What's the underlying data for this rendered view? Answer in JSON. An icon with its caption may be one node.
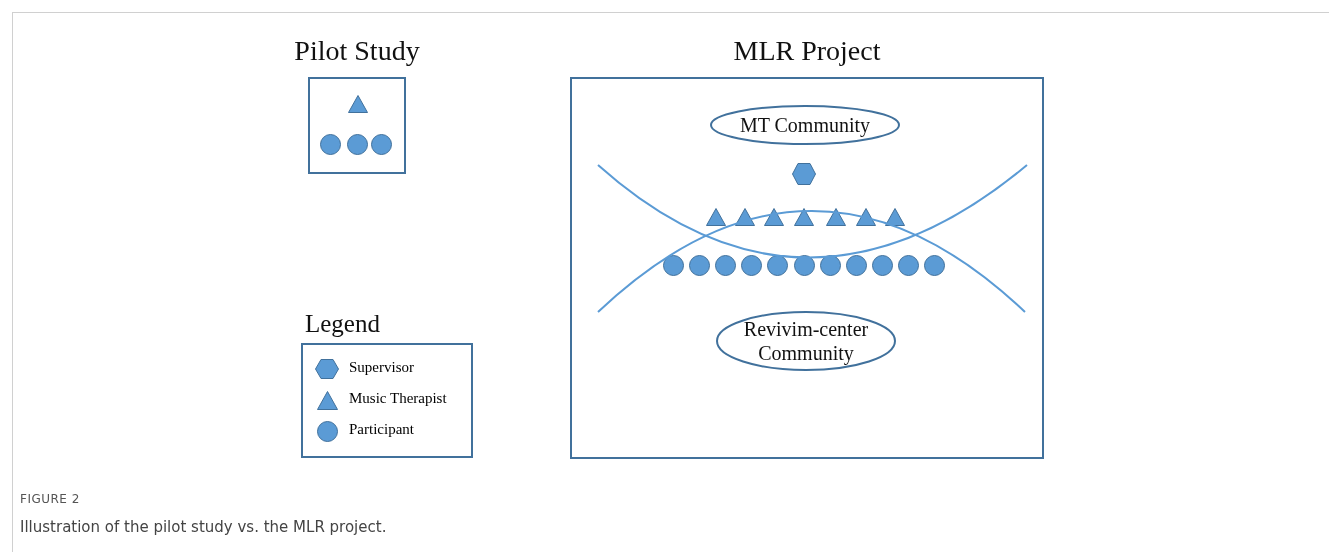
{
  "diagram": {
    "caption": "Illustration of the pilot study vs. the MLR project.",
    "nodes": [
      {
        "text": [
          "Pilot Study"
        ]
      },
      {
        "text": [],
        "shape": "triangle",
        "in": 0
      },
      {
        "text": [],
        "shape": "circle",
        "in": 0
      },
      {
        "text": [],
        "shape": "circle",
        "in": 0
      },
      {
        "text": [],
        "shape": "circle",
        "in": 0
      },
      {
        "text": [
          "MLR Project"
        ]
      },
      {
        "text": [
          "MT Community"
        ],
        "in": 5
      },
      {
        "text": [],
        "shape": "hexagon",
        "in": 5
      },
      {
        "text": [],
        "shape": "triangle",
        "in": 5
      },
      {
        "text": [],
        "shape": "triangle",
        "in": 5
      },
      {
        "text": [],
        "shape": "triangle",
        "in": 5
      },
      {
        "text": [],
        "shape": "triangle",
        "in": 5
      },
      {
        "text": [],
        "shape": "triangle",
        "in": 5
      },
      {
        "text": [],
        "shape": "triangle",
        "in": 5
      },
      {
        "text": [],
        "shape": "triangle",
        "in": 5
      },
      {
        "text": [],
        "shape": "circle",
        "in": 5
      },
      {
        "text": [],
        "shape": "circle",
        "in": 5
      },
      {
        "text": [],
        "shape": "circle",
        "in": 5
      },
      {
        "text": [],
        "shape": "circle",
        "in": 5
      },
      {
        "text": [],
        "shape": "circle",
        "in": 5
      },
      {
        "text": [],
        "shape": "circle",
        "in": 5
      },
      {
        "text": [],
        "shape": "circle",
        "in": 5
      },
      {
        "text": [],
        "shape": "circle",
        "in": 5
      },
      {
        "text": [],
        "shape": "circle",
        "in": 5
      },
      {
        "text": [],
        "shape": "circle",
        "in": 5
      },
      {
        "text": [],
        "shape": "circle",
        "in": 5
      },
      {
        "text": [
          "Revivim-center Community"
        ],
        "in": 5
      }
    ],
    "labels": [
      "Legend",
      "FIGURE 2"
    ],
    "legend": [
      {
        "text": "Supervisor"
      },
      {
        "text": "Music Therapist"
      },
      {
        "text": "Participant"
      }
    ]
  }
}
